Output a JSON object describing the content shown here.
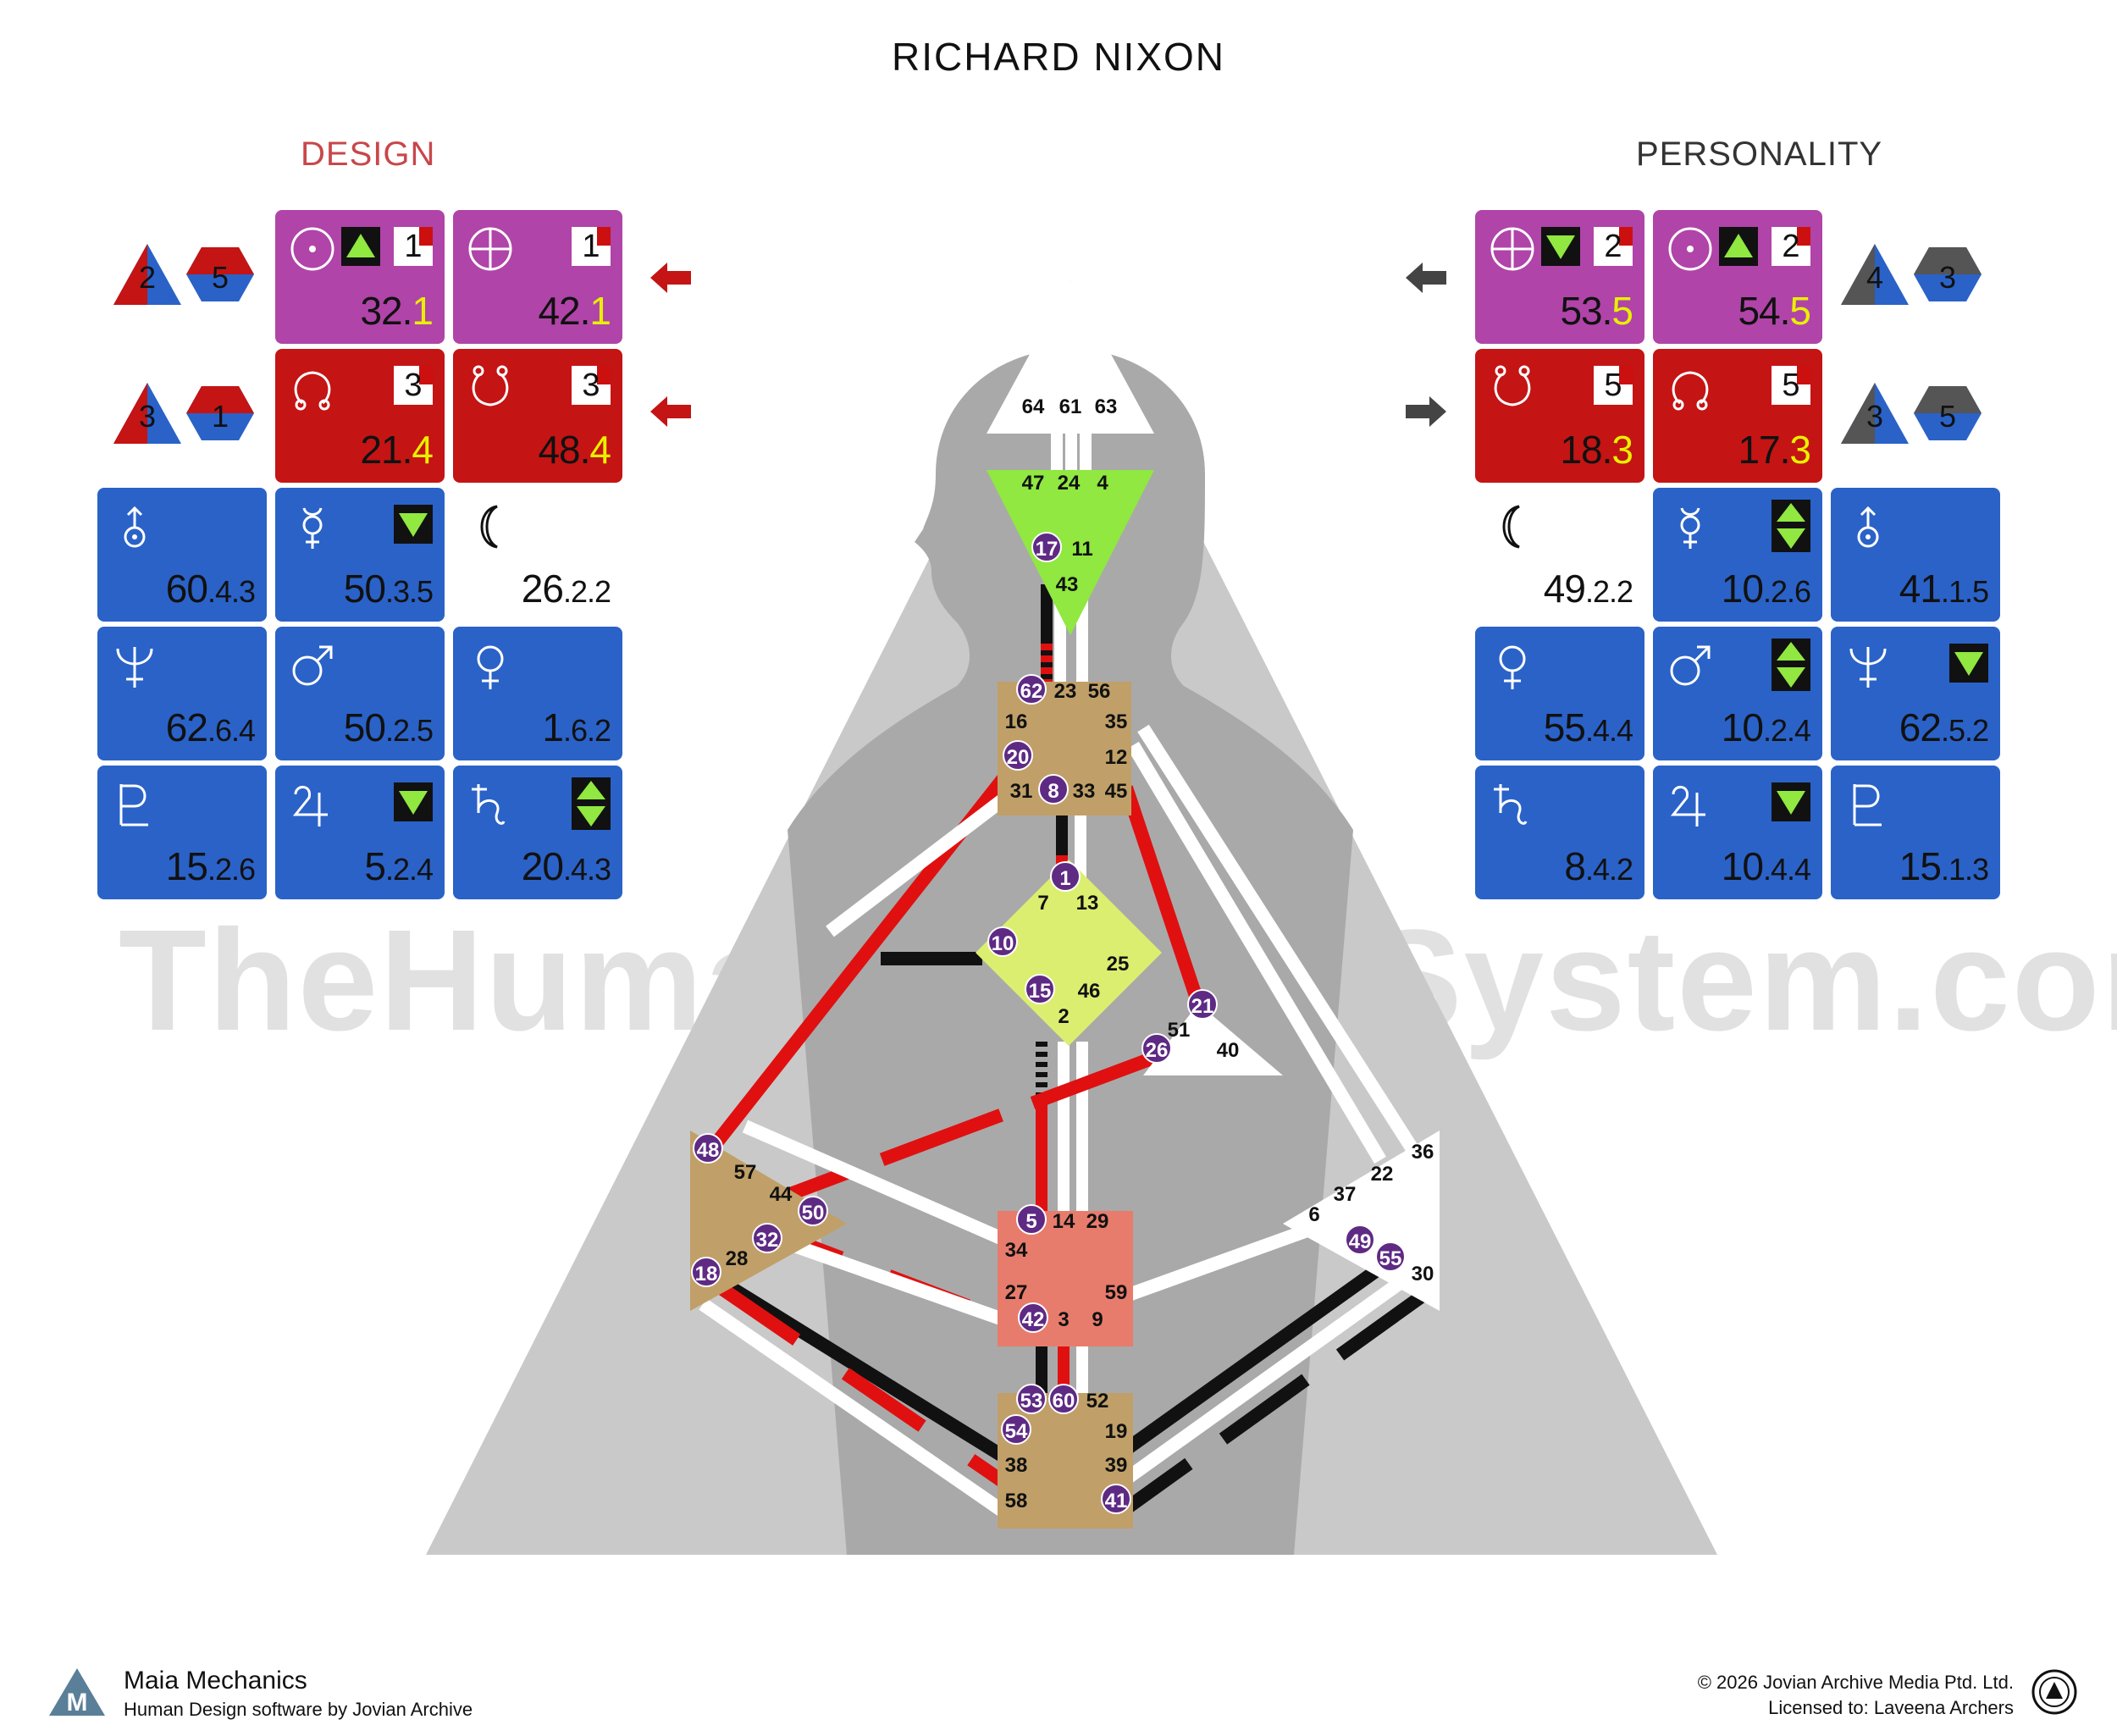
{
  "title": "RICHARD NIXON",
  "design": {
    "label": "DESIGN",
    "color": "#c8474a",
    "tiles": [
      {
        "planet": "sun-icon",
        "gate": "32",
        "line": "1",
        "line_highlight": true,
        "tone": "1"
      },
      {
        "planet": "earth-icon",
        "gate": "42",
        "line": "1",
        "line_highlight": true,
        "tone": "1"
      },
      {
        "planet": "north-node-icon",
        "gate": "21",
        "line": "4",
        "line_highlight": true,
        "tone": "3"
      },
      {
        "planet": "south-node-icon",
        "gate": "48",
        "line": "4",
        "line_highlight": true,
        "tone": "3"
      },
      {
        "planet": "uranus-icon",
        "gate": "60",
        "sub": ".4.3"
      },
      {
        "planet": "mercury-icon",
        "gate": "50",
        "sub": ".3.5"
      },
      {
        "planet": "moon-icon",
        "gate": "26",
        "sub": ".2.2"
      },
      {
        "planet": "neptune-icon",
        "gate": "62",
        "sub": ".6.4"
      },
      {
        "planet": "mars-icon",
        "gate": "50",
        "sub": ".2.5"
      },
      {
        "planet": "venus-icon",
        "gate": "1",
        "sub": ".6.2"
      },
      {
        "planet": "pluto-icon",
        "gate": "15",
        "sub": ".2.6"
      },
      {
        "planet": "jupiter-icon",
        "gate": "5",
        "sub": ".2.4"
      },
      {
        "planet": "saturn-icon",
        "gate": "20",
        "sub": ".4.3"
      }
    ],
    "variables": [
      "2",
      "5",
      "3",
      "1"
    ]
  },
  "personality": {
    "label": "PERSONALITY",
    "color": "#333333",
    "tiles": [
      {
        "planet": "earth-icon",
        "gate": "53",
        "line": "5",
        "line_highlight": true,
        "tone": "2"
      },
      {
        "planet": "sun-icon",
        "gate": "54",
        "line": "5",
        "line_highlight": true,
        "tone": "2"
      },
      {
        "planet": "south-node-icon",
        "gate": "18",
        "line": "3",
        "line_highlight": true,
        "tone": "5"
      },
      {
        "planet": "north-node-icon",
        "gate": "17",
        "line": "3",
        "line_highlight": true,
        "tone": "5"
      },
      {
        "planet": "moon-icon",
        "gate": "49",
        "sub": ".2.2"
      },
      {
        "planet": "mercury-icon",
        "gate": "10",
        "sub": ".2.6"
      },
      {
        "planet": "uranus-icon",
        "gate": "41",
        "sub": ".1.5"
      },
      {
        "planet": "venus-icon",
        "gate": "55",
        "sub": ".4.4"
      },
      {
        "planet": "mars-icon",
        "gate": "10",
        "sub": ".2.4"
      },
      {
        "planet": "neptune-icon",
        "gate": "62",
        "sub": ".5.2"
      },
      {
        "planet": "saturn-icon",
        "gate": "8",
        "sub": ".4.2"
      },
      {
        "planet": "jupiter-icon",
        "gate": "10",
        "sub": ".4.4"
      },
      {
        "planet": "pluto-icon",
        "gate": "15",
        "sub": ".1.3"
      }
    ],
    "variables": [
      "4",
      "3",
      "3",
      "5"
    ]
  },
  "watermark": "TheHumanDesignSystem.com",
  "centers": {
    "head": [
      "64",
      "61",
      "63"
    ],
    "ajna": [
      "47",
      "24",
      "4",
      "17",
      "11",
      "43"
    ],
    "throat": [
      "62",
      "23",
      "56",
      "16",
      "35",
      "20",
      "12",
      "31",
      "8",
      "33",
      "45"
    ],
    "g": [
      "1",
      "7",
      "13",
      "10",
      "25",
      "15",
      "46",
      "2"
    ],
    "heart": [
      "21",
      "51",
      "26",
      "40"
    ],
    "spleen": [
      "48",
      "57",
      "44",
      "50",
      "32",
      "28",
      "18"
    ],
    "sacral": [
      "5",
      "14",
      "29",
      "34",
      "27",
      "59",
      "42",
      "3",
      "9"
    ],
    "solar": [
      "36",
      "22",
      "37",
      "6",
      "49",
      "55",
      "30"
    ],
    "root": [
      "53",
      "60",
      "52",
      "54",
      "19",
      "38",
      "39",
      "58",
      "41"
    ]
  },
  "footer": {
    "brand": "Maia Mechanics",
    "tagline": "Human Design software by Jovian Archive",
    "copyright": "© 2026 Jovian Archive Media Ptd. Ltd.",
    "license": "Licensed to: Laveena Archers"
  }
}
